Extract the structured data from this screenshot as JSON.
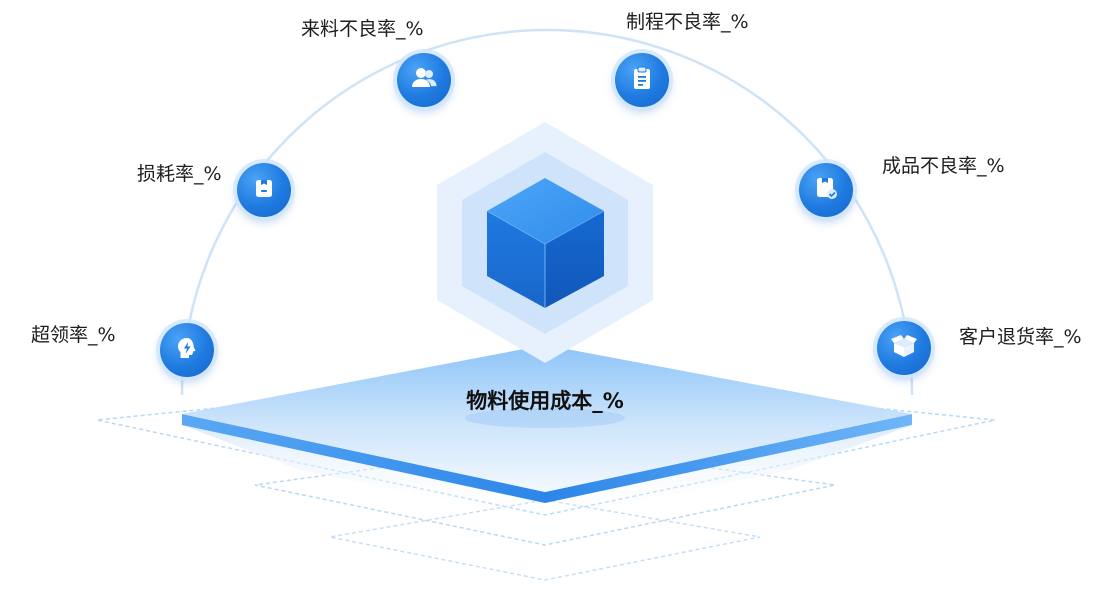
{
  "center": {
    "title": "物料使用成本_%"
  },
  "metrics": [
    {
      "id": "chaoling",
      "label": "超领率_%",
      "icon": "lightning-head-icon"
    },
    {
      "id": "sunhao",
      "label": "损耗率_%",
      "icon": "box-icon"
    },
    {
      "id": "lailiao",
      "label": "来料不良率_%",
      "icon": "users-icon"
    },
    {
      "id": "zhicheng",
      "label": "制程不良率_%",
      "icon": "clipboard-icon"
    },
    {
      "id": "chengpin",
      "label": "成品不良率_%",
      "icon": "box-check-icon"
    },
    {
      "id": "kehu",
      "label": "客户退货率_%",
      "icon": "open-box-icon"
    }
  ],
  "colors": {
    "accent": "#1f7ae0",
    "arc": "#cfe3f7",
    "platform": "#6eb3f7",
    "hex_outer": "#e6f1fd",
    "hex_inner": "#cfe4fb"
  }
}
